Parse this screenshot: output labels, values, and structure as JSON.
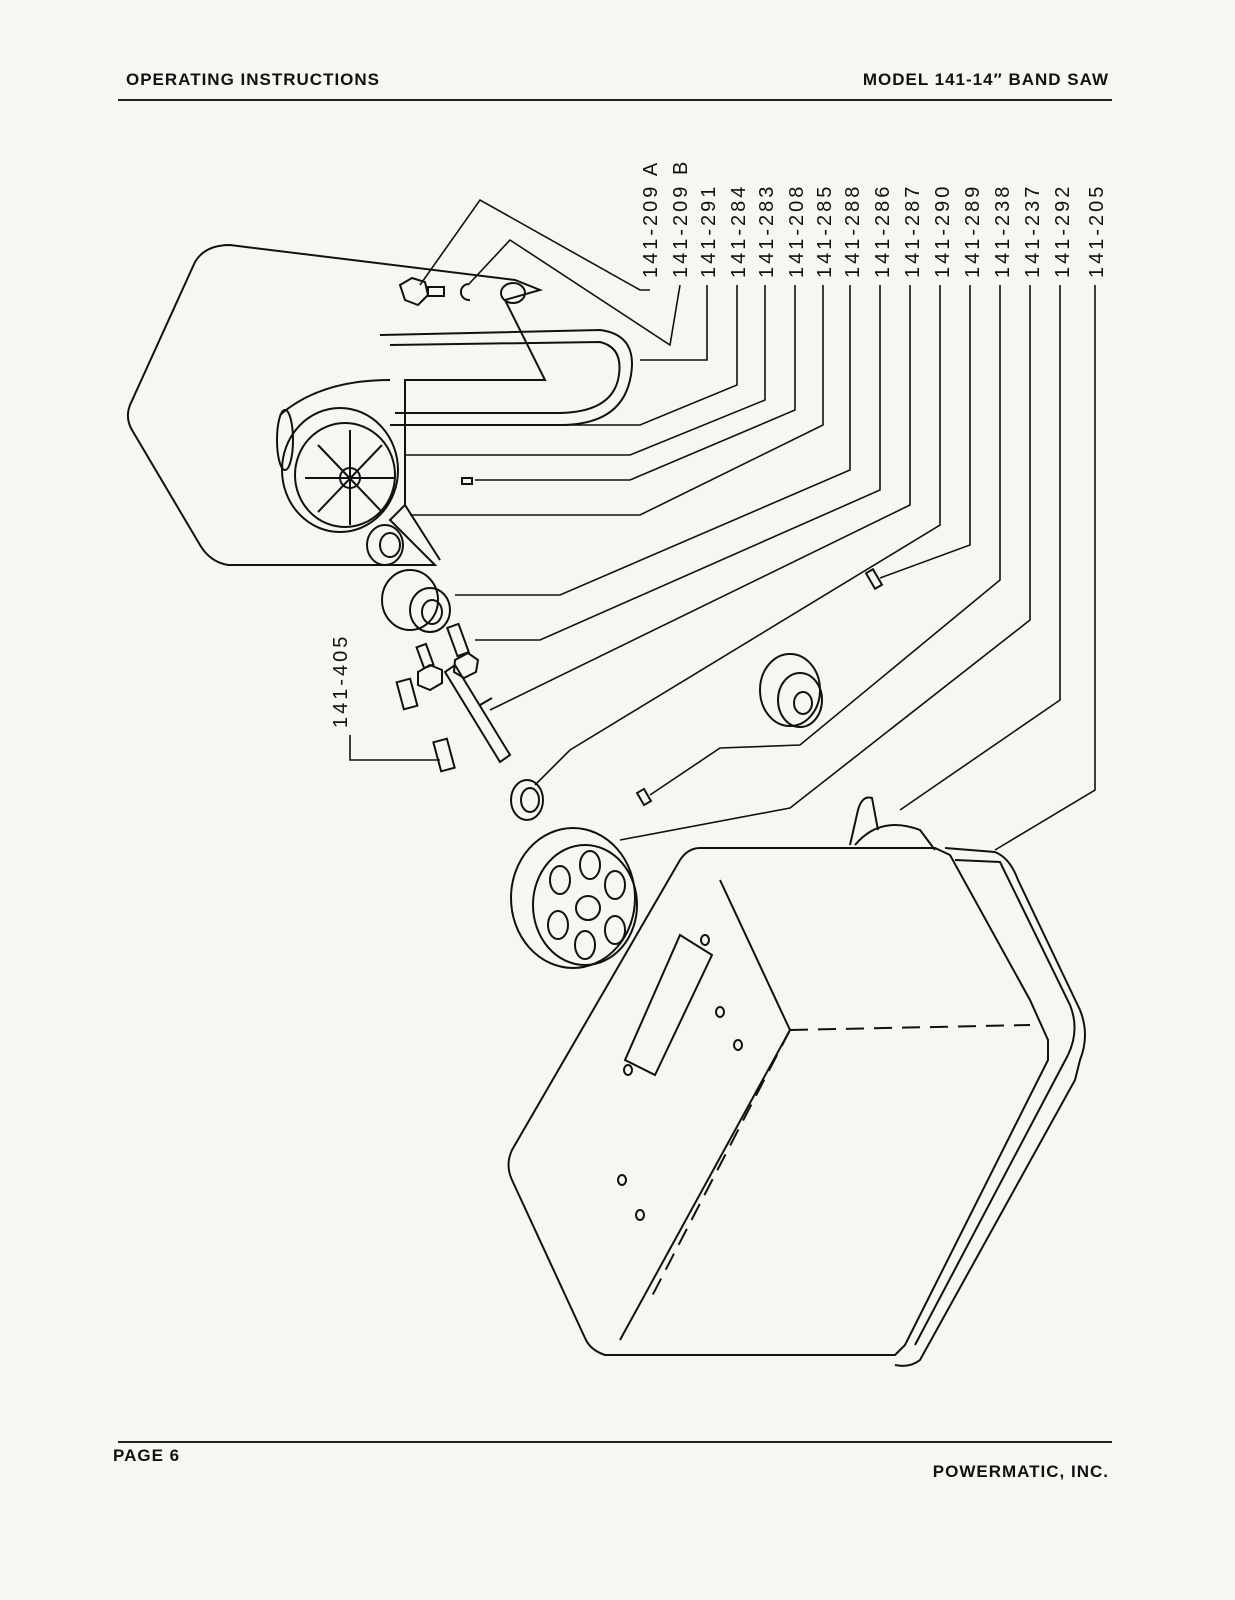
{
  "header": {
    "left": "OPERATING INSTRUCTIONS",
    "right": "MODEL 141-14″ BAND SAW"
  },
  "footer": {
    "left": "PAGE 6",
    "right": "POWERMATIC, INC."
  },
  "part_labels": [
    "141-209 A",
    "141-209 B",
    "141-291",
    "141-284",
    "141-283",
    "141-208",
    "141-285",
    "141-288",
    "141-286",
    "141-287",
    "141-290",
    "141-289",
    "141-238",
    "141-237",
    "141-292",
    "141-205"
  ],
  "side_label": "141-405"
}
